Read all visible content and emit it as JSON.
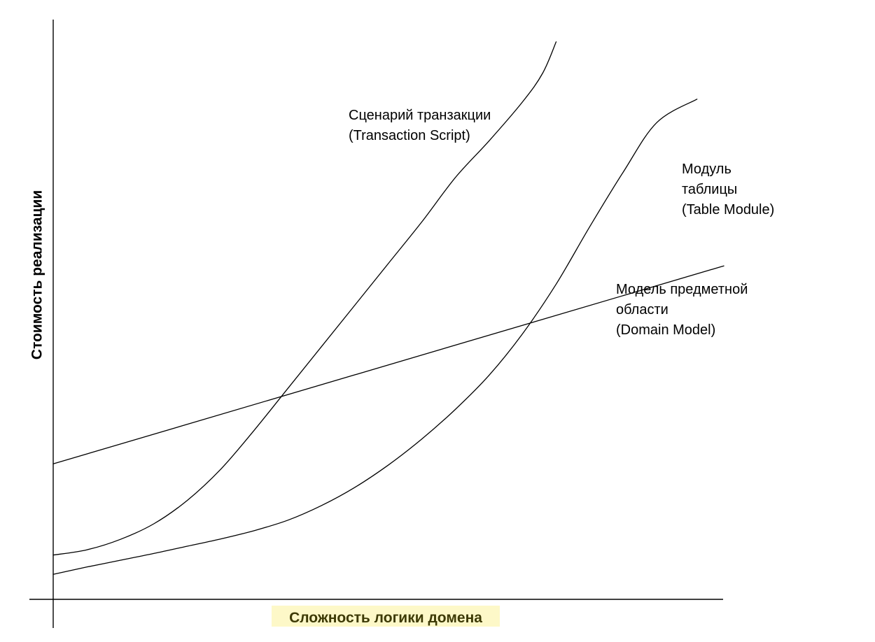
{
  "chart_data": {
    "type": "line",
    "xlabel": "Сложность логики домена",
    "ylabel": "Стоимость реализации",
    "xlim": [
      0,
      100
    ],
    "ylim": [
      0,
      100
    ],
    "grid": false,
    "legend": "none",
    "accent": {
      "xlabel_highlight": "#fdf8c8",
      "xlabel_text": "#3d3a05"
    },
    "series": [
      {
        "key": "transaction_script",
        "label_lines": [
          "Сценарий транзакции",
          "(Transaction Script)"
        ],
        "x": [
          0,
          5,
          10,
          15,
          20,
          25,
          30,
          35,
          40,
          45,
          50,
          55,
          60,
          65,
          70,
          73,
          75
        ],
        "y": [
          8.5,
          9.5,
          11.5,
          14.5,
          19,
          25,
          32.5,
          40.5,
          48.5,
          56.5,
          64.5,
          72.5,
          81,
          88,
          95.5,
          101,
          107
        ]
      },
      {
        "key": "table_module",
        "label_lines": [
          "Модуль",
          "таблицы",
          "(Table Module)"
        ],
        "x": [
          0,
          5,
          10,
          15,
          20,
          25,
          30,
          35,
          40,
          45,
          50,
          55,
          60,
          65,
          70,
          75,
          80,
          85,
          90,
          96
        ],
        "y": [
          4.8,
          6.2,
          7.5,
          8.8,
          10.2,
          11.6,
          13.2,
          15.2,
          18,
          21.5,
          25.8,
          30.8,
          36.5,
          43,
          51,
          60.5,
          71.5,
          82,
          91.5,
          96
        ]
      },
      {
        "key": "domain_model",
        "label_lines": [
          "Модель предметной",
          "области",
          "(Domain Model)"
        ],
        "x": [
          0,
          100
        ],
        "y": [
          26,
          64
        ]
      }
    ]
  }
}
